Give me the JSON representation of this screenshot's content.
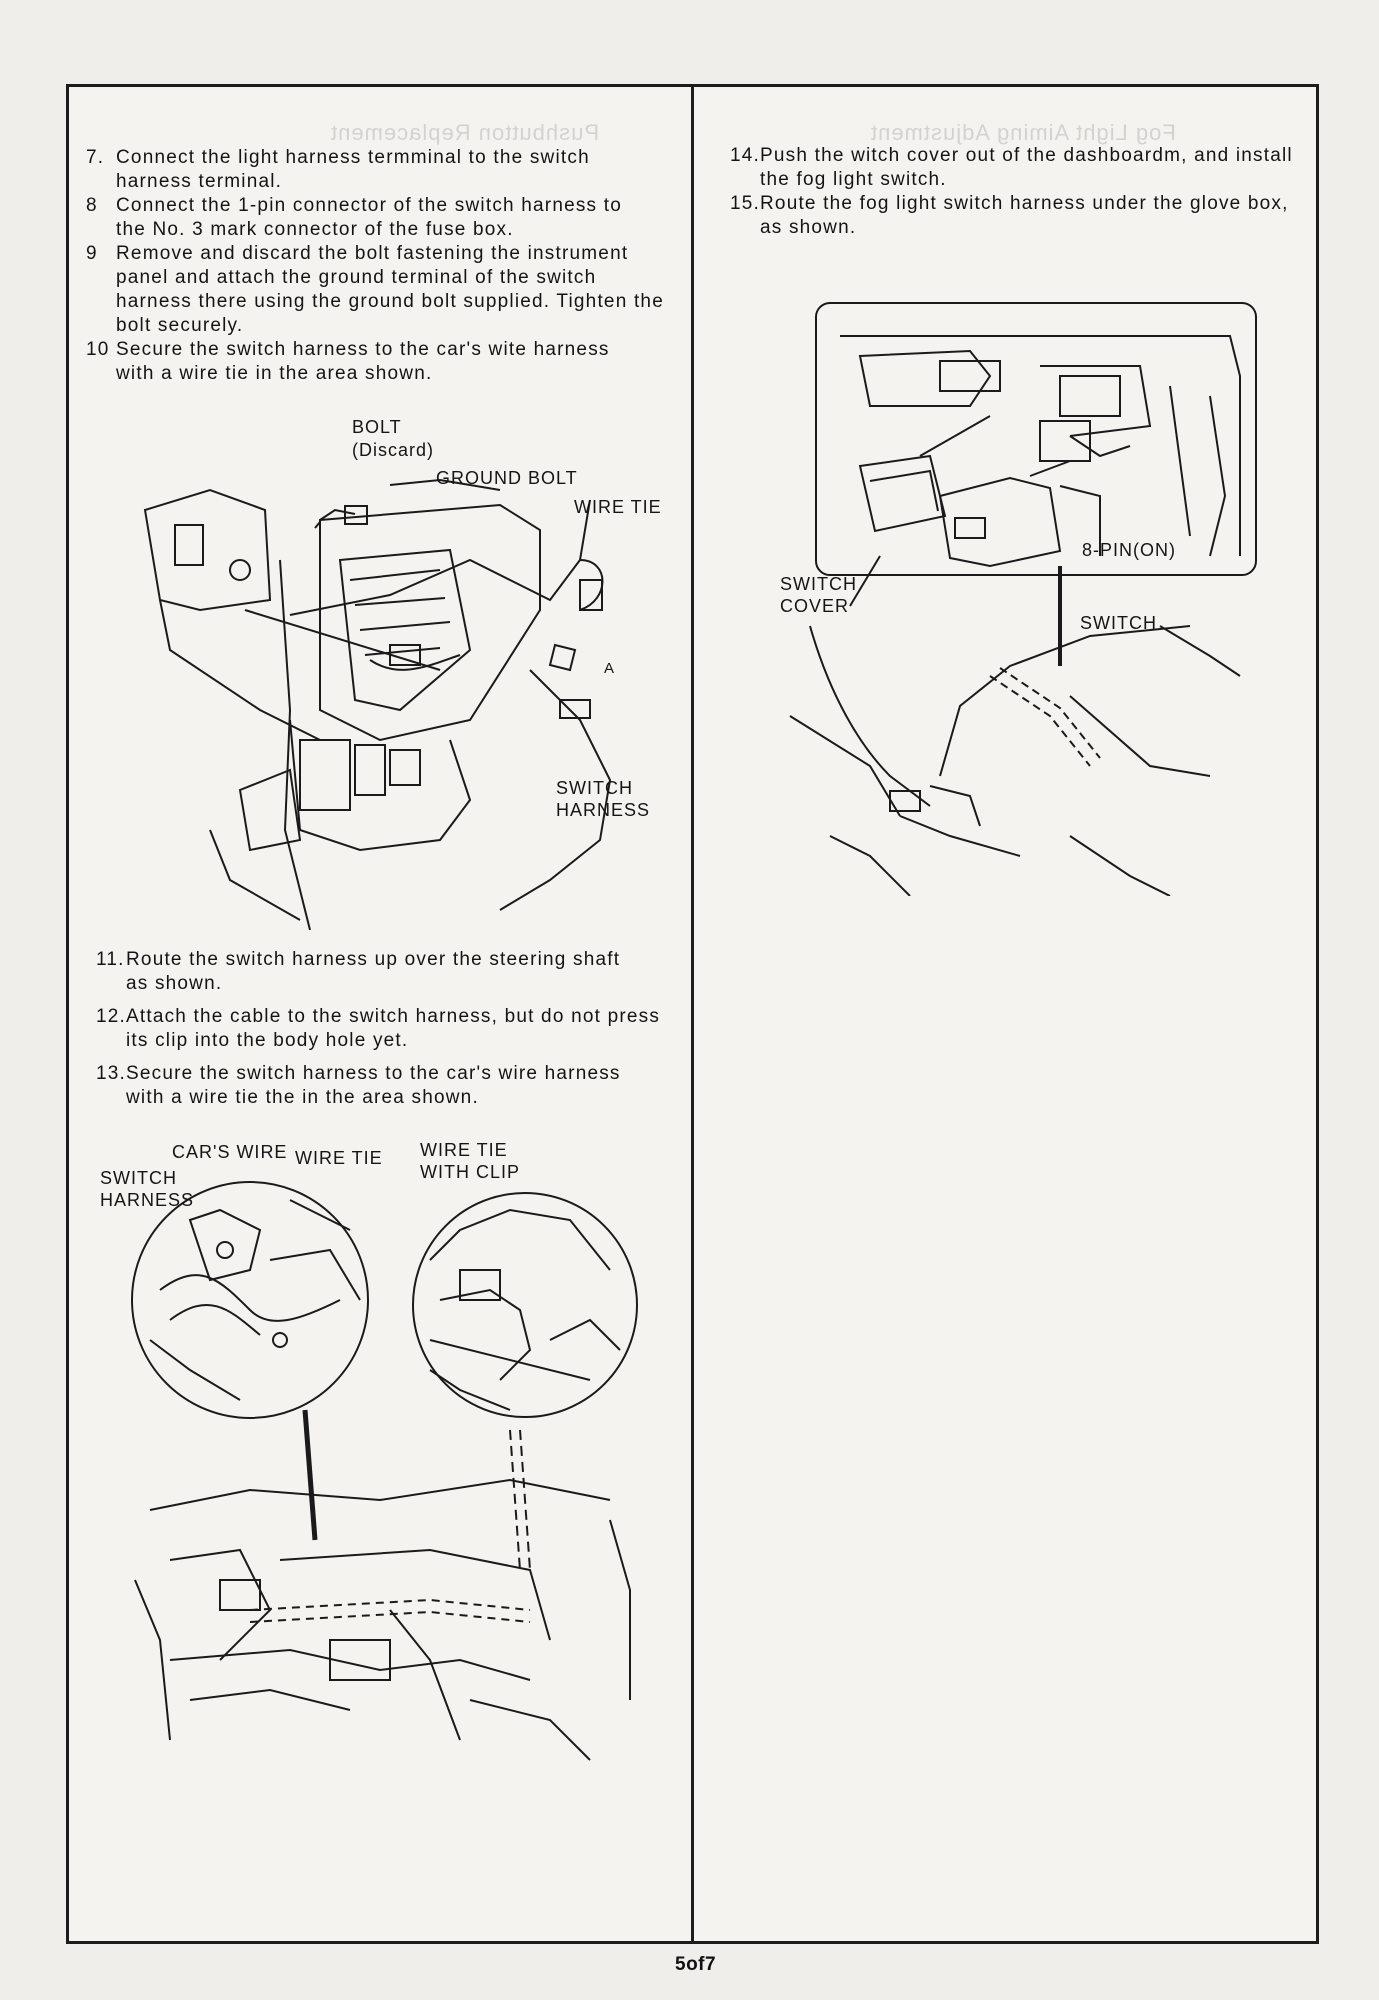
{
  "left_column": {
    "steps_top": [
      {
        "num": "7.",
        "text": "Connect the light harness termminal to the switch harness terminal."
      },
      {
        "num": "8",
        "text": "Connect the 1-pin connector of the switch harness to the No. 3 mark connector of the fuse box."
      },
      {
        "num": "9",
        "text": "Remove and discard the bolt fastening the instrument panel and attach the ground terminal of the switch harness there using the ground bolt supplied. Tighten the bolt securely."
      },
      {
        "num": "10",
        "text": "Secure the switch harness to the car's wite harness with a wire tie in the area shown."
      }
    ],
    "figure1_labels": {
      "bolt": "BOLT",
      "discard": "(Discard)",
      "ground_bolt": "GROUND BOLT",
      "wire_tie": "WIRE TIE",
      "switch": "SWITCH",
      "harness": "HARNESS",
      "marker_a": "A"
    },
    "steps_bottom": [
      {
        "num": "11.",
        "text": "Route the switch harness up over the steering shaft as shown."
      },
      {
        "num": "12.",
        "text": "Attach the cable to the switch harness, but do not press its clip into the body hole yet."
      },
      {
        "num": "13.",
        "text": "Secure the switch harness to the car's wire harness with a wire tie the in the area shown."
      }
    ],
    "figure2_labels": {
      "cars_wire": "CAR'S WIRE",
      "wire_tie": "WIRE TIE",
      "wire_tie_clip_1": "WIRE TIE",
      "wire_tie_clip_2": "WITH CLIP",
      "switch": "SWITCH",
      "harness": "HARNESS"
    }
  },
  "right_column": {
    "steps": [
      {
        "num": "14.",
        "text": "Push the witch cover out of the dashboardm, and install the fog light switch."
      },
      {
        "num": "15.",
        "text": "Route the fog light switch harness under the glove box, as shown."
      }
    ],
    "figure3_labels": {
      "switch_cover_1": "SWITCH",
      "switch_cover_2": "COVER",
      "pin": "8-PIN(ON)",
      "switch": "SWITCH"
    }
  },
  "footer": {
    "page": "5of7"
  }
}
